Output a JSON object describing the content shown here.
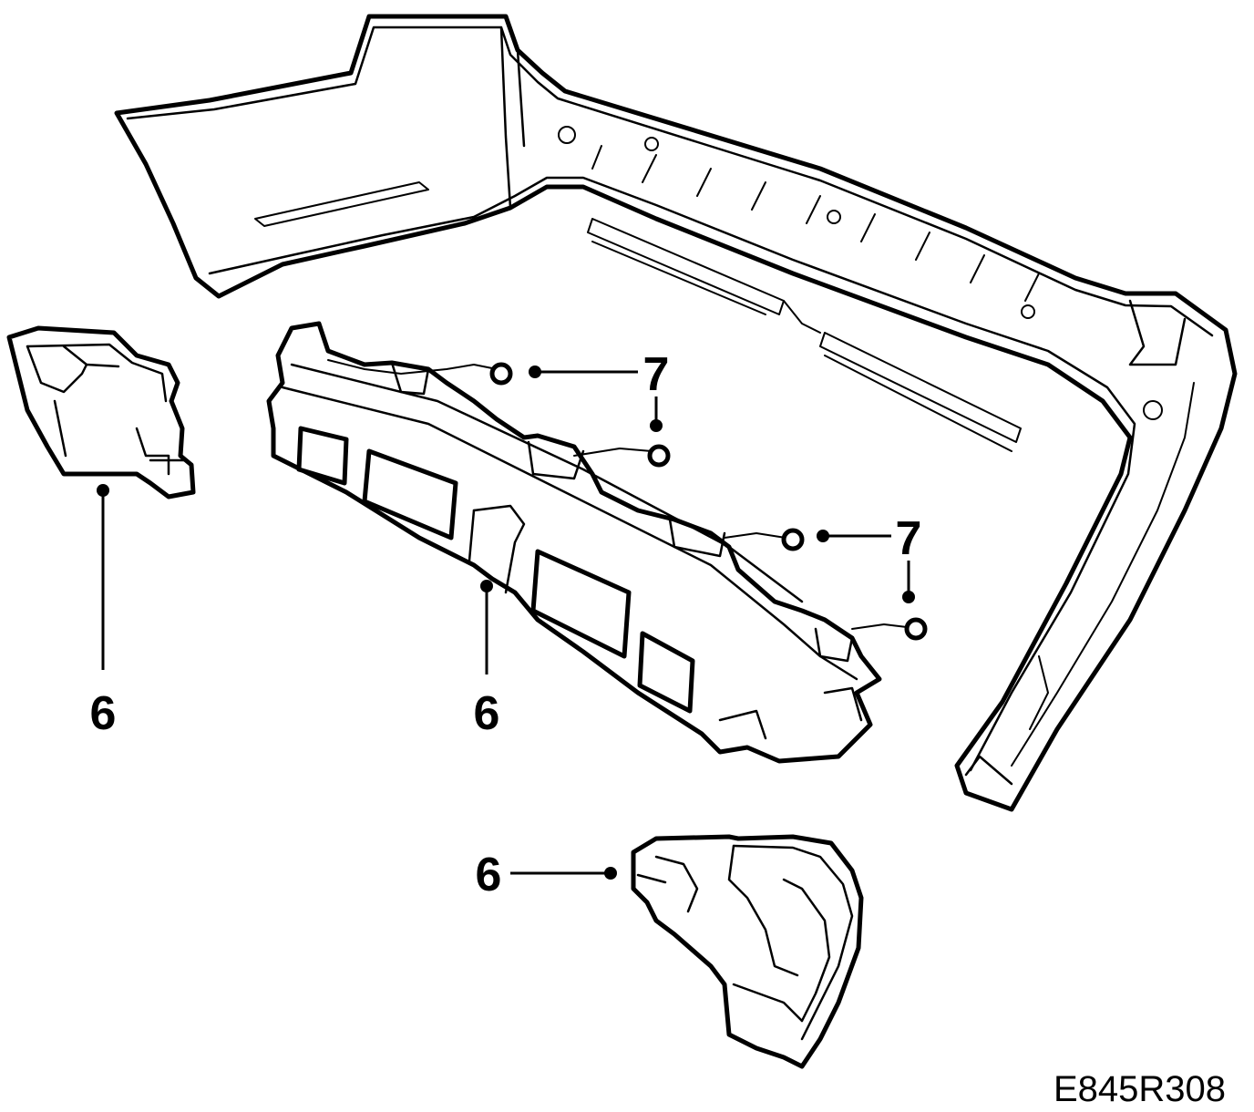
{
  "diagram": {
    "reference_code": "E845R308",
    "callouts": [
      {
        "id": "a",
        "label": "6"
      },
      {
        "id": "b",
        "label": "6"
      },
      {
        "id": "c",
        "label": "6"
      },
      {
        "id": "d",
        "label": "7"
      },
      {
        "id": "e",
        "label": "7"
      }
    ],
    "colors": {
      "line": "#000000",
      "background": "#ffffff"
    }
  }
}
